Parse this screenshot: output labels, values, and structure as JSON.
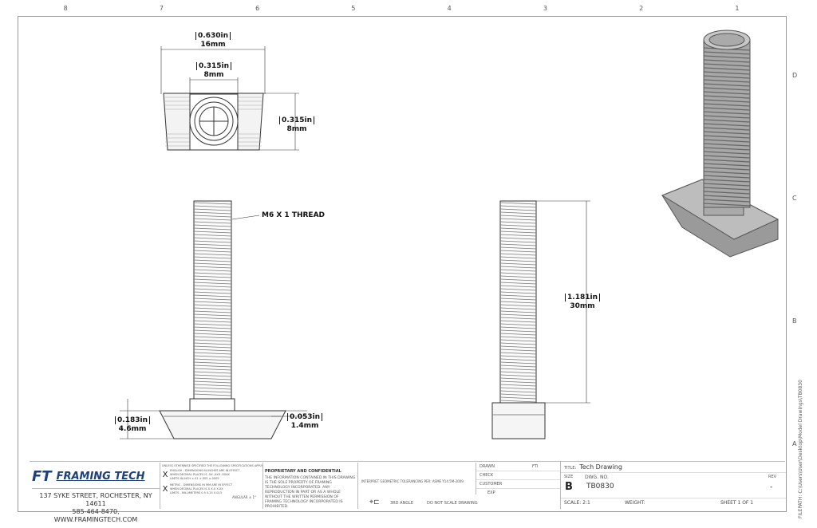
{
  "border": {
    "columns": [
      "8",
      "7",
      "6",
      "5",
      "4",
      "3",
      "2",
      "1"
    ],
    "rows": [
      "D",
      "C",
      "B",
      "A"
    ]
  },
  "dimensions": {
    "overall_width_in": "0.630in",
    "overall_width_mm": "16mm",
    "bore_width_in": "0.315in",
    "bore_width_mm": "8mm",
    "nut_height_in": "0.315in",
    "nut_height_mm": "8mm",
    "thread_callout": "M6 X 1 THREAD",
    "thread_length_in": "1.181in",
    "thread_length_mm": "30mm",
    "head_height_in": "0.183in",
    "head_height_mm": "4.6mm",
    "lip_in": "0.053in",
    "lip_mm": "1.4mm"
  },
  "title_block": {
    "company": "FRAMING TECH",
    "logo_mark": "FT",
    "address_line1": "137 SYKE STREET, ROCHESTER, NY 14611",
    "address_line2": "585-464-8470, WWW.FRAMINGTECH.COM",
    "units_heading": "UNLESS OTHERWISE SPECIFIED THE FOLLOWING SPECIFICATIONS APPLY",
    "units": [
      {
        "mark": "X",
        "title": "ENGLISH - DIMENSIONS IN INCHES ARE IN EFFECT",
        "rows": [
          [
            "WHEN DECIMAL PLACES IS",
            ".XX",
            ".XXX",
            ".XXXX"
          ],
          [
            "LIMITS IN INCH",
            "±.01",
            "±.005",
            "±.0005"
          ]
        ]
      },
      {
        "mark": "X",
        "title": "METRIC - DIMENSIONS IN MM ARE IN EFFECT",
        "rows": [
          [
            "WHEN DECIMAL PLACES IS",
            "X",
            "X.X",
            "X.XX"
          ],
          [
            "LIMITS - MILLIMETERS",
            "0.5",
            "0.25",
            "0.013"
          ]
        ]
      }
    ],
    "angular": "ANGULAR ± 1°",
    "proprietary_title": "PROPRIETARY AND CONFIDENTIAL",
    "proprietary_text": "THE INFORMATION CONTAINED IN THIS DRAWING IS THE SOLE PROPERTY OF FRAMING TECHNOLOGY INCORPORATED. ANY REPRODUCTION IN PART OR AS A WHOLE WITHOUT THE WRITTEN PERMISSION OF FRAMING TECHNOLOGY INCORPORATED IS PROHIBITED.",
    "gdt_note": "INTERPRET GEOMETRIC TOLERANCING PER: ASME Y14.5M-2009",
    "third_angle": "3RD ANGLE",
    "do_not_scale": "DO NOT SCALE DRAWING",
    "drawn_label": "DRAWN",
    "drawn_value": "FTI",
    "check_label": "CHECK",
    "customer_label": "CUSTOMER",
    "exp_label": "EXP",
    "title_label": "TITLE:",
    "title_value": "Tech Drawing",
    "size_label": "SIZE",
    "size_value": "B",
    "dwg_label": "DWG. NO.",
    "dwg_value": "TB0830",
    "rev_label": "REV",
    "rev_value": "-",
    "scale": "SCALE: 2:1",
    "weight": "WEIGHT:",
    "sheet": "SHEET 1 OF 1",
    "filepath": "FILEPATH: C:\\Users\\User\\Desktop\\Model Drawings\\TB0830"
  },
  "colors": {
    "line": "#333333",
    "logo_blue": "#1d3f7a",
    "part_gray": "#8c8c8c"
  }
}
